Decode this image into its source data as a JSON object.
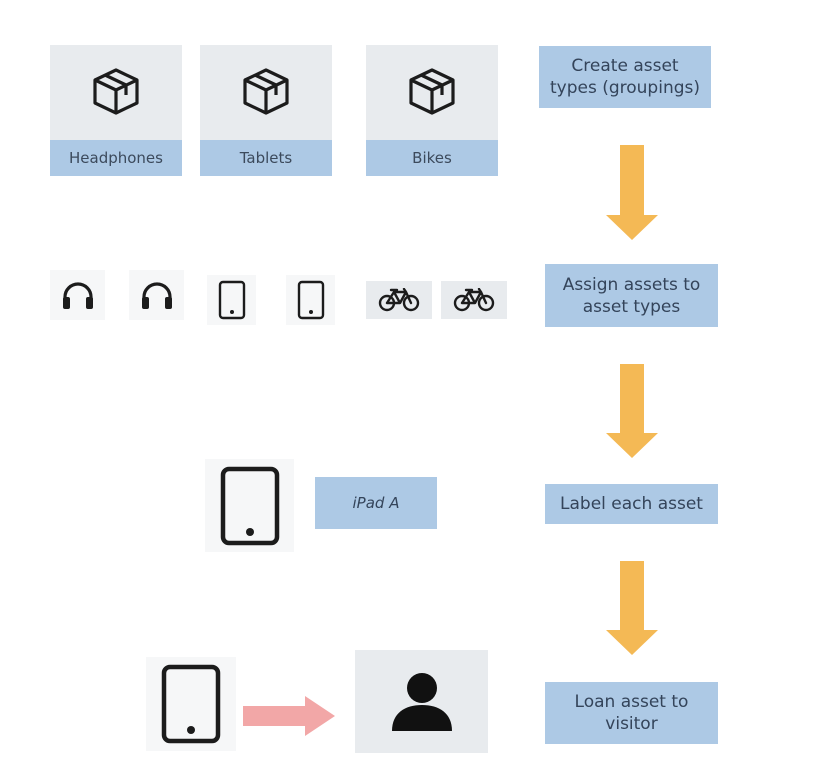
{
  "asset_types": [
    "Headphones",
    "Tablets",
    "Bikes"
  ],
  "steps": {
    "create": "Create asset\ntypes (groupings)",
    "assign": "Assign assets to\nasset types",
    "label": "Label each asset",
    "loan": "Loan asset to\nvisitor"
  },
  "asset_label": "iPad A",
  "colors": {
    "step_bg": "#adc9e5",
    "card_bg": "#e8ebee",
    "flow_arrow": "#f4b955",
    "loan_arrow": "#f2a7a7"
  }
}
